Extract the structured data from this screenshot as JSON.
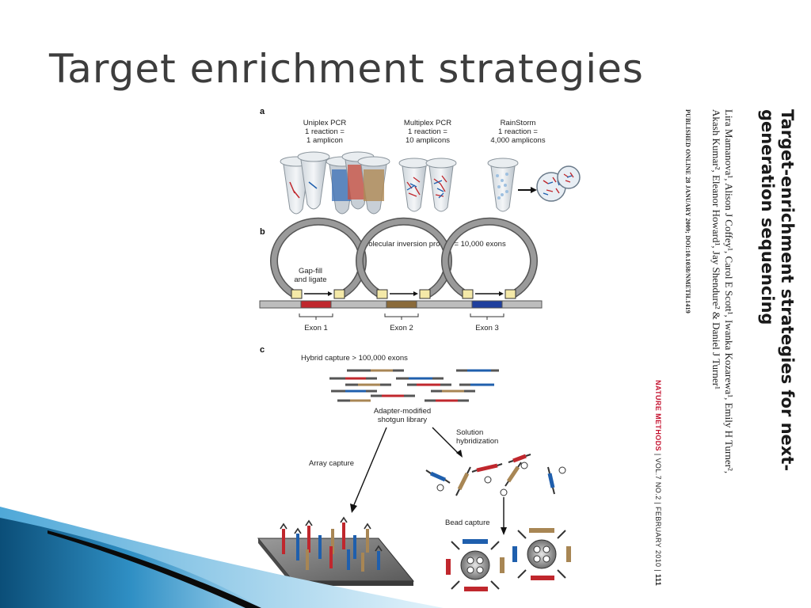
{
  "slide": {
    "title": "Target enrichment strategies"
  },
  "figure": {
    "panel_a": {
      "letter": "a",
      "uniplex": {
        "line1": "Uniplex PCR",
        "line2": "1 reaction =",
        "line3": "1 amplicon"
      },
      "multiplex": {
        "line1": "Multiplex PCR",
        "line2": "1 reaction =",
        "line3": "10 amplicons"
      },
      "rainstorm": {
        "line1": "RainStorm",
        "line2": "1 reaction =",
        "line3": "4,000 amplicons"
      }
    },
    "panel_b": {
      "letter": "b",
      "title": "Molecular inversion probes = 10,000 exons",
      "gapfill_line1": "Gap-fill",
      "gapfill_line2": "and ligate",
      "exons": [
        "Exon 1",
        "Exon 2",
        "Exon 3"
      ]
    },
    "panel_c": {
      "letter": "c",
      "title": "Hybrid capture  > 100,000 exons",
      "library_line1": "Adapter-modified",
      "library_line2": "shotgun library",
      "array_capture": "Array capture",
      "solution_line1": "Solution",
      "solution_line2": "hybridization",
      "bead_capture": "Bead capture"
    }
  },
  "citation": {
    "title_line1": "Target-enrichment strategies for next-",
    "title_line2": "generation sequencing",
    "authors_line1": "Lira Mamanova¹, Alison J Coffey¹, Carol E Scott¹, Iwanka Kozarewa¹, Emily H Turner²,",
    "authors_line2": "Akash Kumar², Eleanor Howard¹, Jay Shendure² & Daniel J Turner¹",
    "published": "PUBLISHED ONLINE 28 JANUARY 2009; DOI:10.1038/NMETH.1419",
    "journal_name": "NATURE METHODS",
    "journal_issue": " | VOL.7 NO.2 | FEBRUARY 2010 | ",
    "page": "111"
  },
  "colors": {
    "red": "#c0272d",
    "blue": "#1f5fad",
    "tan": "#a88654",
    "gray": "#7a7a7a",
    "swoosh_dark": "#0b4e78",
    "swoosh_light": "#9fd2ee"
  }
}
